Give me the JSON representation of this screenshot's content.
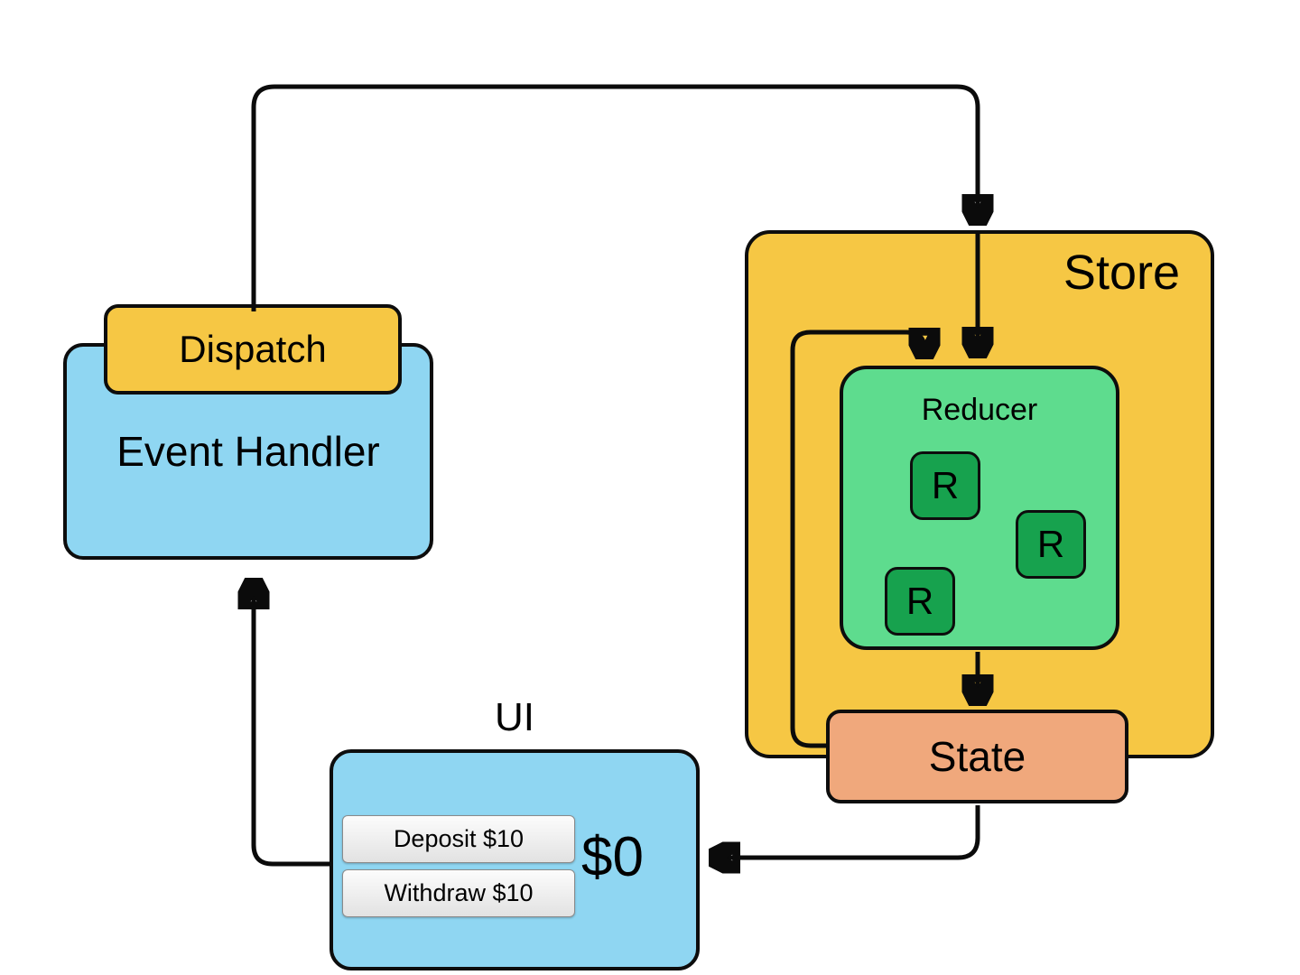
{
  "diagram": {
    "event_handler": {
      "label": "Event Handler"
    },
    "dispatch": {
      "label": "Dispatch"
    },
    "store": {
      "label": "Store"
    },
    "reducer": {
      "label": "Reducer",
      "items": [
        {
          "label": "R"
        },
        {
          "label": "R"
        },
        {
          "label": "R"
        }
      ]
    },
    "state": {
      "label": "State"
    },
    "ui": {
      "label": "UI",
      "buttons": [
        {
          "label": "Deposit $10"
        },
        {
          "label": "Withdraw $10"
        }
      ],
      "balance": "$0"
    },
    "colors": {
      "store_yellow": "#f6c744",
      "panel_blue": "#8fd6f2",
      "reducer_green": "#5edc8e",
      "r_square_green": "#17a24e",
      "state_orange": "#f0a87c",
      "arrow_black": "#0b0b0b"
    }
  }
}
